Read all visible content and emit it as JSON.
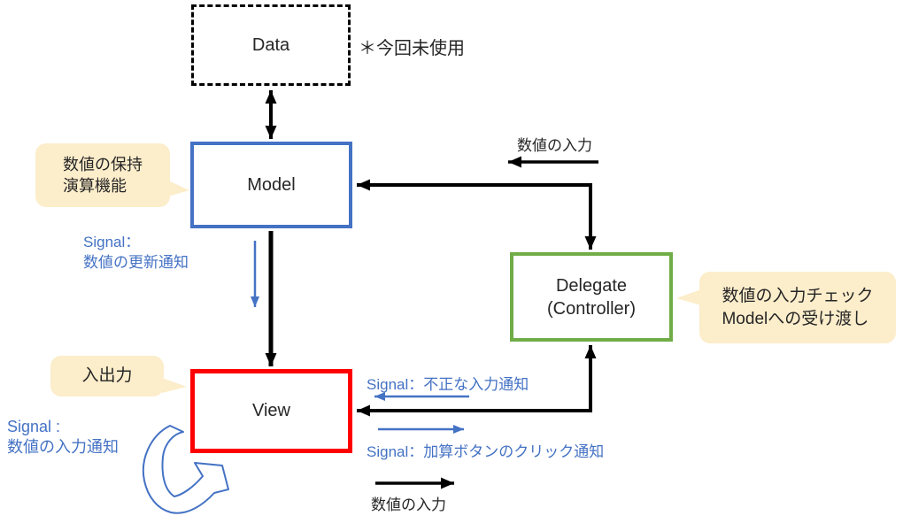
{
  "diagram": {
    "boxes": {
      "data": {
        "label": "Data"
      },
      "model": {
        "label": "Model"
      },
      "delegate": {
        "label": "Delegate\n(Controller)"
      },
      "view": {
        "label": "View"
      }
    },
    "callouts": {
      "model": {
        "text": "数値の保持\n演算機能"
      },
      "view": {
        "text": "入出力"
      },
      "delegate": {
        "text": "数値の入力チェック\nModelへの受け渡し"
      }
    },
    "labels": {
      "data_note": "＊今回未使用",
      "input_top": "数値の入力",
      "signal_update": "Signal：\n数値の更新通知",
      "signal_invalid": "Signal：不正な入力通知",
      "signal_click": "Signal：加算ボタンのクリック通知",
      "signal_input": "Signal :\n数値の入力通知",
      "input_bottom": "数値の入力"
    },
    "colors": {
      "model_border": "#4472C4",
      "view_border": "#FF0000",
      "delegate_border": "#70AD47",
      "data_border": "#000000",
      "callout_fill": "#FCEDCB",
      "signal_text": "#4472C4",
      "arrow_black": "#000000",
      "arrow_blue": "#4472C4"
    }
  }
}
